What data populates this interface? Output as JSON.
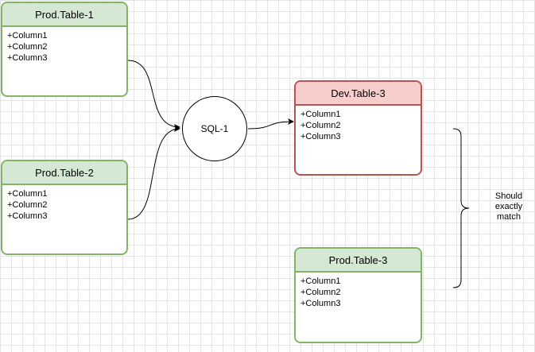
{
  "tables": {
    "prod1": {
      "title": "Prod.Table-1",
      "columns": [
        "+Column1",
        "+Column2",
        "+Column3"
      ]
    },
    "prod2": {
      "title": "Prod.Table-2",
      "columns": [
        "+Column1",
        "+Column2",
        "+Column3"
      ]
    },
    "dev3": {
      "title": "Dev.Table-3",
      "columns": [
        "+Column1",
        "+Column2",
        "+Column3"
      ]
    },
    "prod3": {
      "title": "Prod.Table-3",
      "columns": [
        "+Column1",
        "+Column2",
        "+Column3"
      ]
    }
  },
  "process": {
    "label": "SQL-1"
  },
  "note": {
    "text": "Should\nexactly\nmatch"
  },
  "colors": {
    "prod_border": "#82b366",
    "prod_header": "#d5e8d4",
    "dev_border": "#b85450",
    "dev_header": "#f8cecc"
  }
}
